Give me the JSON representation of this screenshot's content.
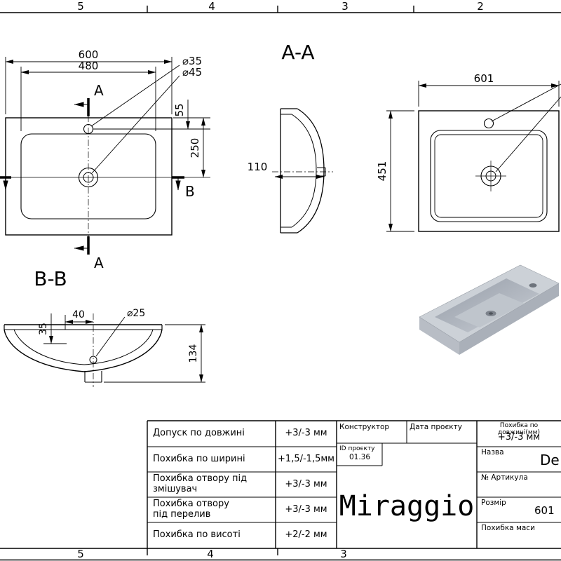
{
  "frame": {
    "top_zones": [
      "5",
      "4",
      "3",
      "2"
    ],
    "bottom_zones": [
      "5",
      "4",
      "3"
    ]
  },
  "plan": {
    "dim_width": "600",
    "dim_basin_width": "480",
    "dim_faucet_hole": "⌀35",
    "dim_drain_hole": "⌀45",
    "dim_faucet_offset": "55",
    "dim_drain_offset": "250",
    "section_a_top": "A",
    "section_a_bottom": "A",
    "section_b": "B"
  },
  "side": {
    "dim_depth": "110"
  },
  "section_aa": {
    "title": "A-A",
    "dim_width": "601",
    "dim_height": "451"
  },
  "section_bb": {
    "title": "B-B",
    "dim_drain_offset": "40",
    "dim_rim_depth": "35",
    "dim_drain_hole": "⌀25",
    "dim_height": "134"
  },
  "title_block": {
    "tolerances": [
      {
        "label": "Допуск по довжині",
        "value": "+3/-3 мм"
      },
      {
        "label": "Похибка по ширині",
        "value": "+1,5/-1,5мм"
      },
      {
        "label": "Похибка отвору під змішувач",
        "value": "+3/-3 мм"
      },
      {
        "label": "Похибка отвору під перелив",
        "value": "+3/-3 мм"
      },
      {
        "label": "Похибка по висоті",
        "value": "+2/-2 мм"
      }
    ],
    "constructor_label": "Конструктор",
    "project_date_label": "Дата проєкту",
    "project_id_label": "ID проєкту",
    "project_id_value": "01.36",
    "brand": "Miraggio",
    "length_tolerance_label": "Похибка по довжині(мм)",
    "length_tolerance_value": "+3/-3 мм",
    "name_label": "Назва",
    "name_value": "De",
    "article_label": "№ Артикула",
    "size_label": "Розмір",
    "size_value": "601",
    "mass_label": "Похибка маси"
  }
}
